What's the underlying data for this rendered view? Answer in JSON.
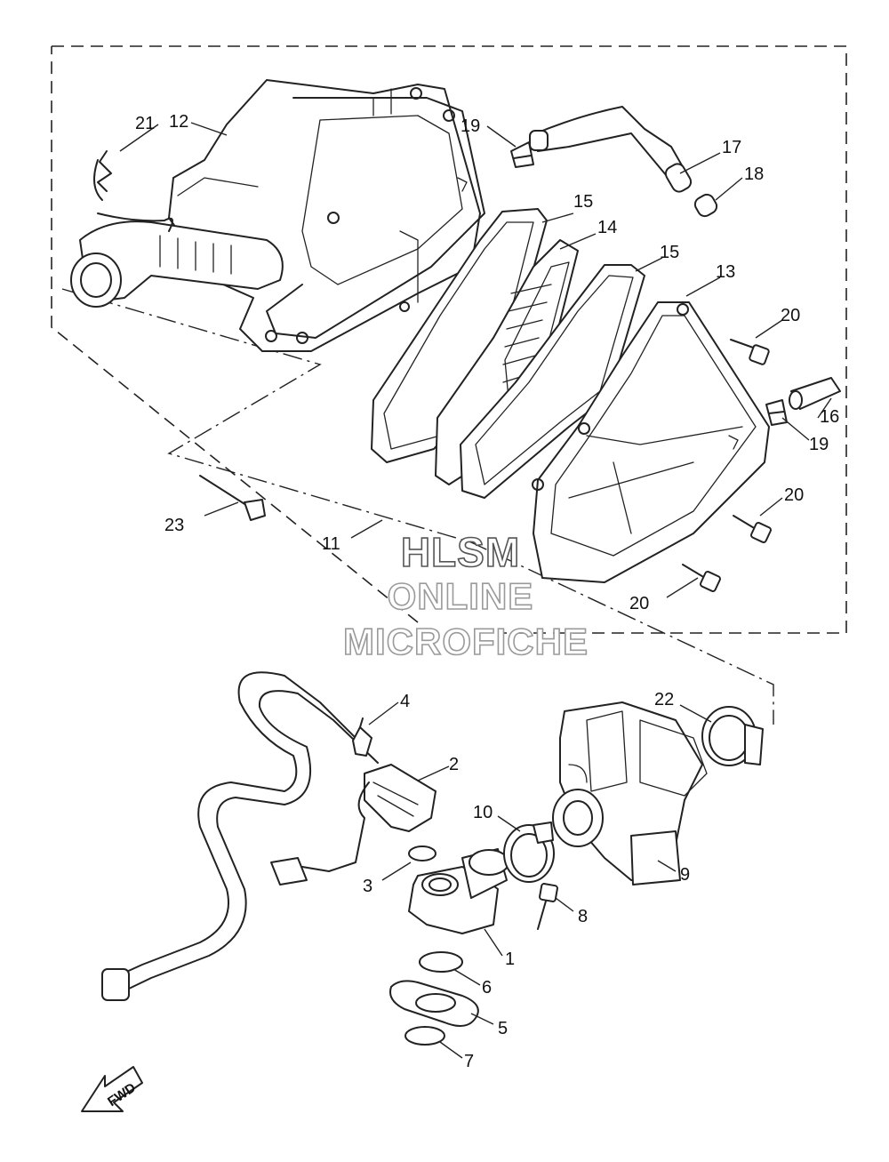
{
  "part_labels": {
    "p1": "1",
    "p2": "2",
    "p3": "3",
    "p4": "4",
    "p5": "5",
    "p6": "6",
    "p7": "7",
    "p8": "8",
    "p9": "9",
    "p10": "10",
    "p11": "11",
    "p12": "12",
    "p13": "13",
    "p14": "14",
    "p15a": "15",
    "p15b": "15",
    "p16": "16",
    "p17": "17",
    "p18": "18",
    "p19a": "19",
    "p19b": "19",
    "p20a": "20",
    "p20b": "20",
    "p20c": "20",
    "p21": "21",
    "p22": "22",
    "p23": "23"
  },
  "watermark": {
    "line1": "HLSM",
    "line2": "ONLINE",
    "line3": "MICROFICHE"
  },
  "direction_arrow": {
    "label": "FWD"
  }
}
